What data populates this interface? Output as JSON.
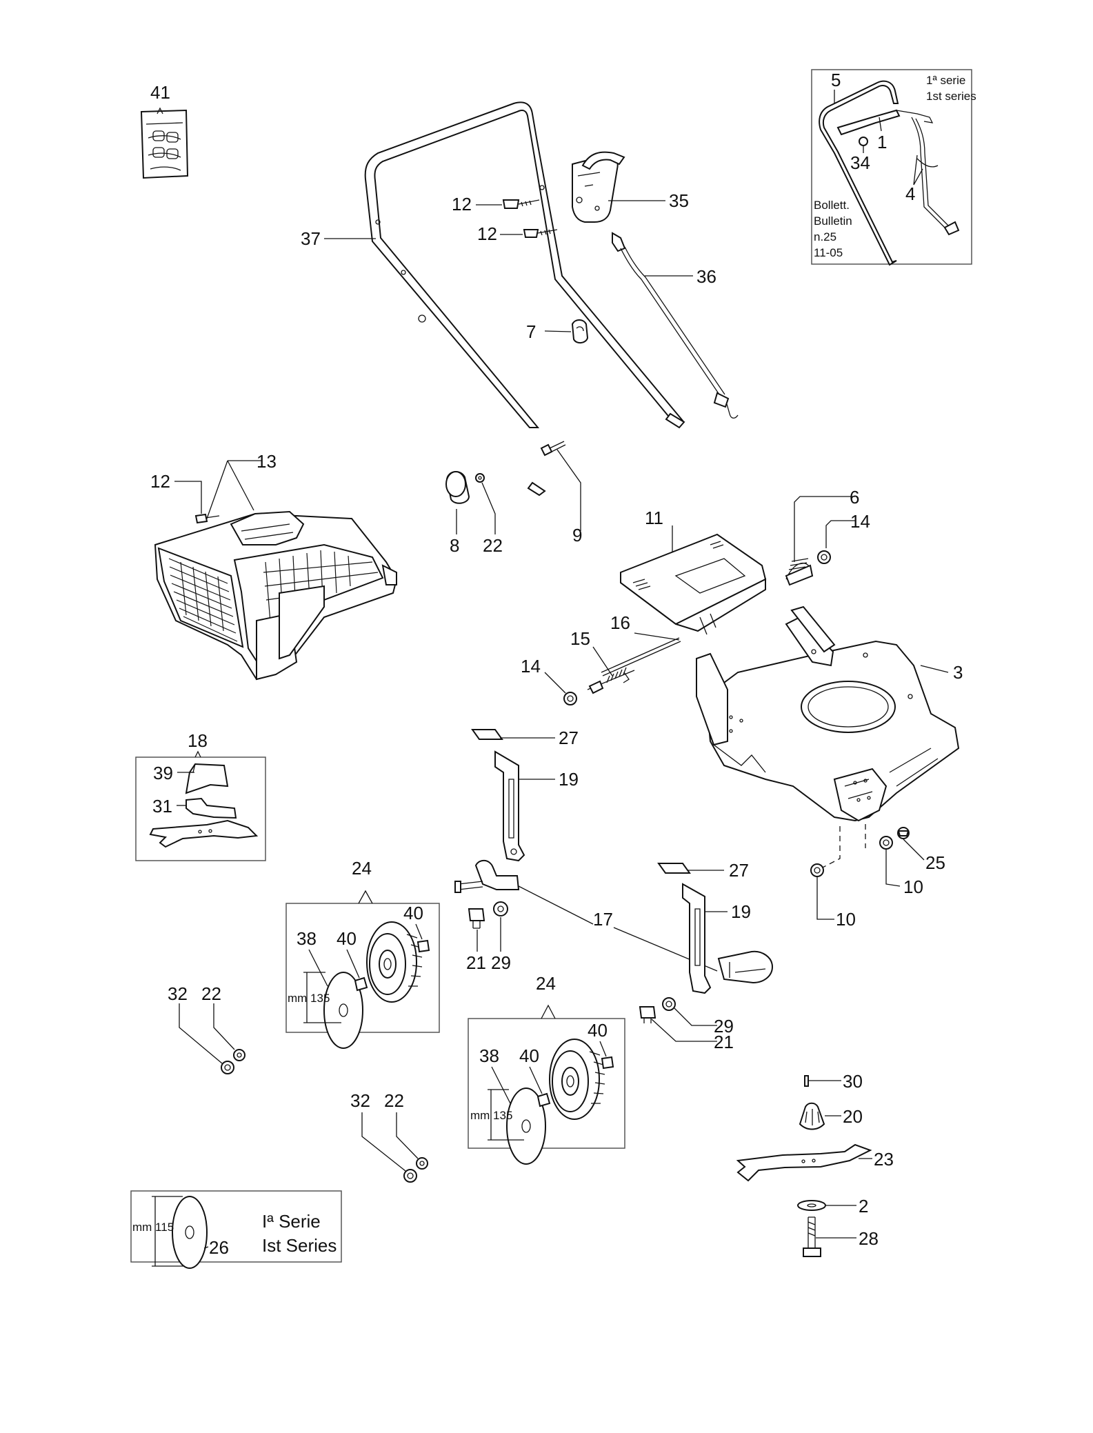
{
  "diagram": {
    "labels": {
      "p41": "41",
      "p37": "37",
      "p12a": "12",
      "p12b": "12",
      "p35": "35",
      "p36": "36",
      "p7": "7",
      "p13": "13",
      "p12c": "12",
      "p8": "8",
      "p22a": "22",
      "p9": "9",
      "p6": "6",
      "p14a": "14",
      "p11": "11",
      "p16": "16",
      "p15": "15",
      "p14b": "14",
      "p3": "3",
      "p18": "18",
      "p39": "39",
      "p31": "31",
      "p27a": "27",
      "p19a": "19",
      "p24a": "24",
      "p40a": "40",
      "p38a": "38",
      "p40b": "40",
      "p17": "17",
      "p21a": "21",
      "p29a": "29",
      "p27b": "27",
      "p19b": "19",
      "p25": "25",
      "p10a": "10",
      "p10b": "10",
      "p32a": "32",
      "p22b": "22",
      "p29b": "29",
      "p21b": "21",
      "p24b": "24",
      "p40c": "40",
      "p38b": "38",
      "p40d": "40",
      "p32b": "32",
      "p22c": "22",
      "p30": "30",
      "p20": "20",
      "p23": "23",
      "p2": "2",
      "p28": "28",
      "p26": "26"
    },
    "inset_top": {
      "p5": "5",
      "p1": "1",
      "p34": "34",
      "p4": "4",
      "serie_it": "1ª serie",
      "serie_en": "1st series",
      "bollett": "Bollett.",
      "bulletin": "Bulletin",
      "number": "n.25",
      "date": "11-05"
    },
    "dims": {
      "wheel_a": "mm 135",
      "wheel_b": "mm 135",
      "disc_small": "mm 115"
    },
    "inset_bottom": {
      "serie_it": "Iª Serie",
      "serie_en": "Ist Series"
    }
  }
}
